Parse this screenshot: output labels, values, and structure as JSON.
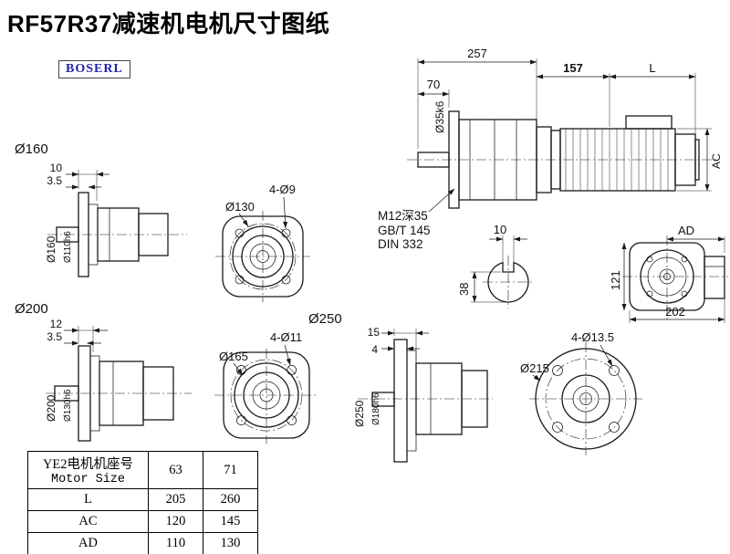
{
  "page": {
    "title": "RF57R37减速机电机尺寸图纸",
    "logo": "BOSERL"
  },
  "main_view": {
    "dim_overall": "257",
    "dim_shaft": "70",
    "dim_motor_front": "157",
    "dim_motor_length": "L",
    "shaft_dia": "Ø35k6",
    "dim_motor_height": "AC",
    "tap_note_line1": "M12深35",
    "tap_note_line2": "GB/T 145",
    "tap_note_line3": "DIN 332"
  },
  "shaft_section": {
    "dim_key_width": "10",
    "dim_height": "38"
  },
  "motor_rear_view": {
    "dim_ad": "AD",
    "dim_side": "121",
    "dim_width": "202"
  },
  "flange160_view": {
    "label": "Ø160",
    "dim_hub": "10",
    "dim_plate": "3.5",
    "dia": "Ø160",
    "spigot": "Ø110h6"
  },
  "face130_view": {
    "holes": "4-Ø9",
    "dia": "Ø130"
  },
  "flange200_view": {
    "label": "Ø200",
    "dim_hub": "12",
    "dim_plate": "3.5",
    "dia": "Ø200",
    "spigot": "Ø130h6"
  },
  "face165_view": {
    "label": "Ø250",
    "holes": "4-Ø11",
    "dia": "Ø165"
  },
  "flange250_view": {
    "dim_hub": "15",
    "dim_plate": "4",
    "dia": "Ø250",
    "spigot": "Ø180h6"
  },
  "face215_view": {
    "holes": "4-Ø13.5",
    "dia": "Ø215"
  },
  "size_table": {
    "header_cn": "YE2电机机座号",
    "header_en": "Motor Size",
    "frame_sizes": [
      "63",
      "71"
    ],
    "rows": [
      {
        "label": "L",
        "values": [
          "205",
          "260"
        ]
      },
      {
        "label": "AC",
        "values": [
          "120",
          "145"
        ]
      },
      {
        "label": "AD",
        "values": [
          "110",
          "130"
        ]
      }
    ]
  }
}
